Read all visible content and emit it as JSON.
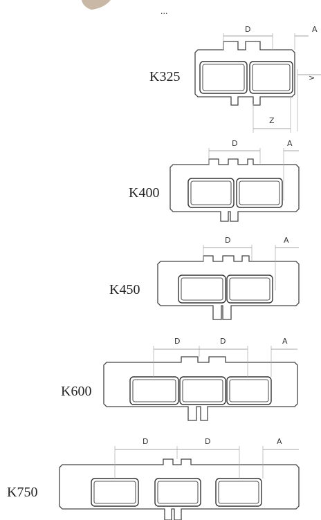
{
  "header_fragment": "...",
  "labels": {
    "k325": "K325",
    "k400": "K400",
    "k450": "K450",
    "k600": "K600",
    "k750": "K750"
  },
  "dimension_labels": {
    "d": "D",
    "a": "A",
    "z": "Z",
    "gt": ">"
  },
  "colors": {
    "outline": "#444444",
    "dimension": "#888888",
    "background": "#ffffff"
  }
}
